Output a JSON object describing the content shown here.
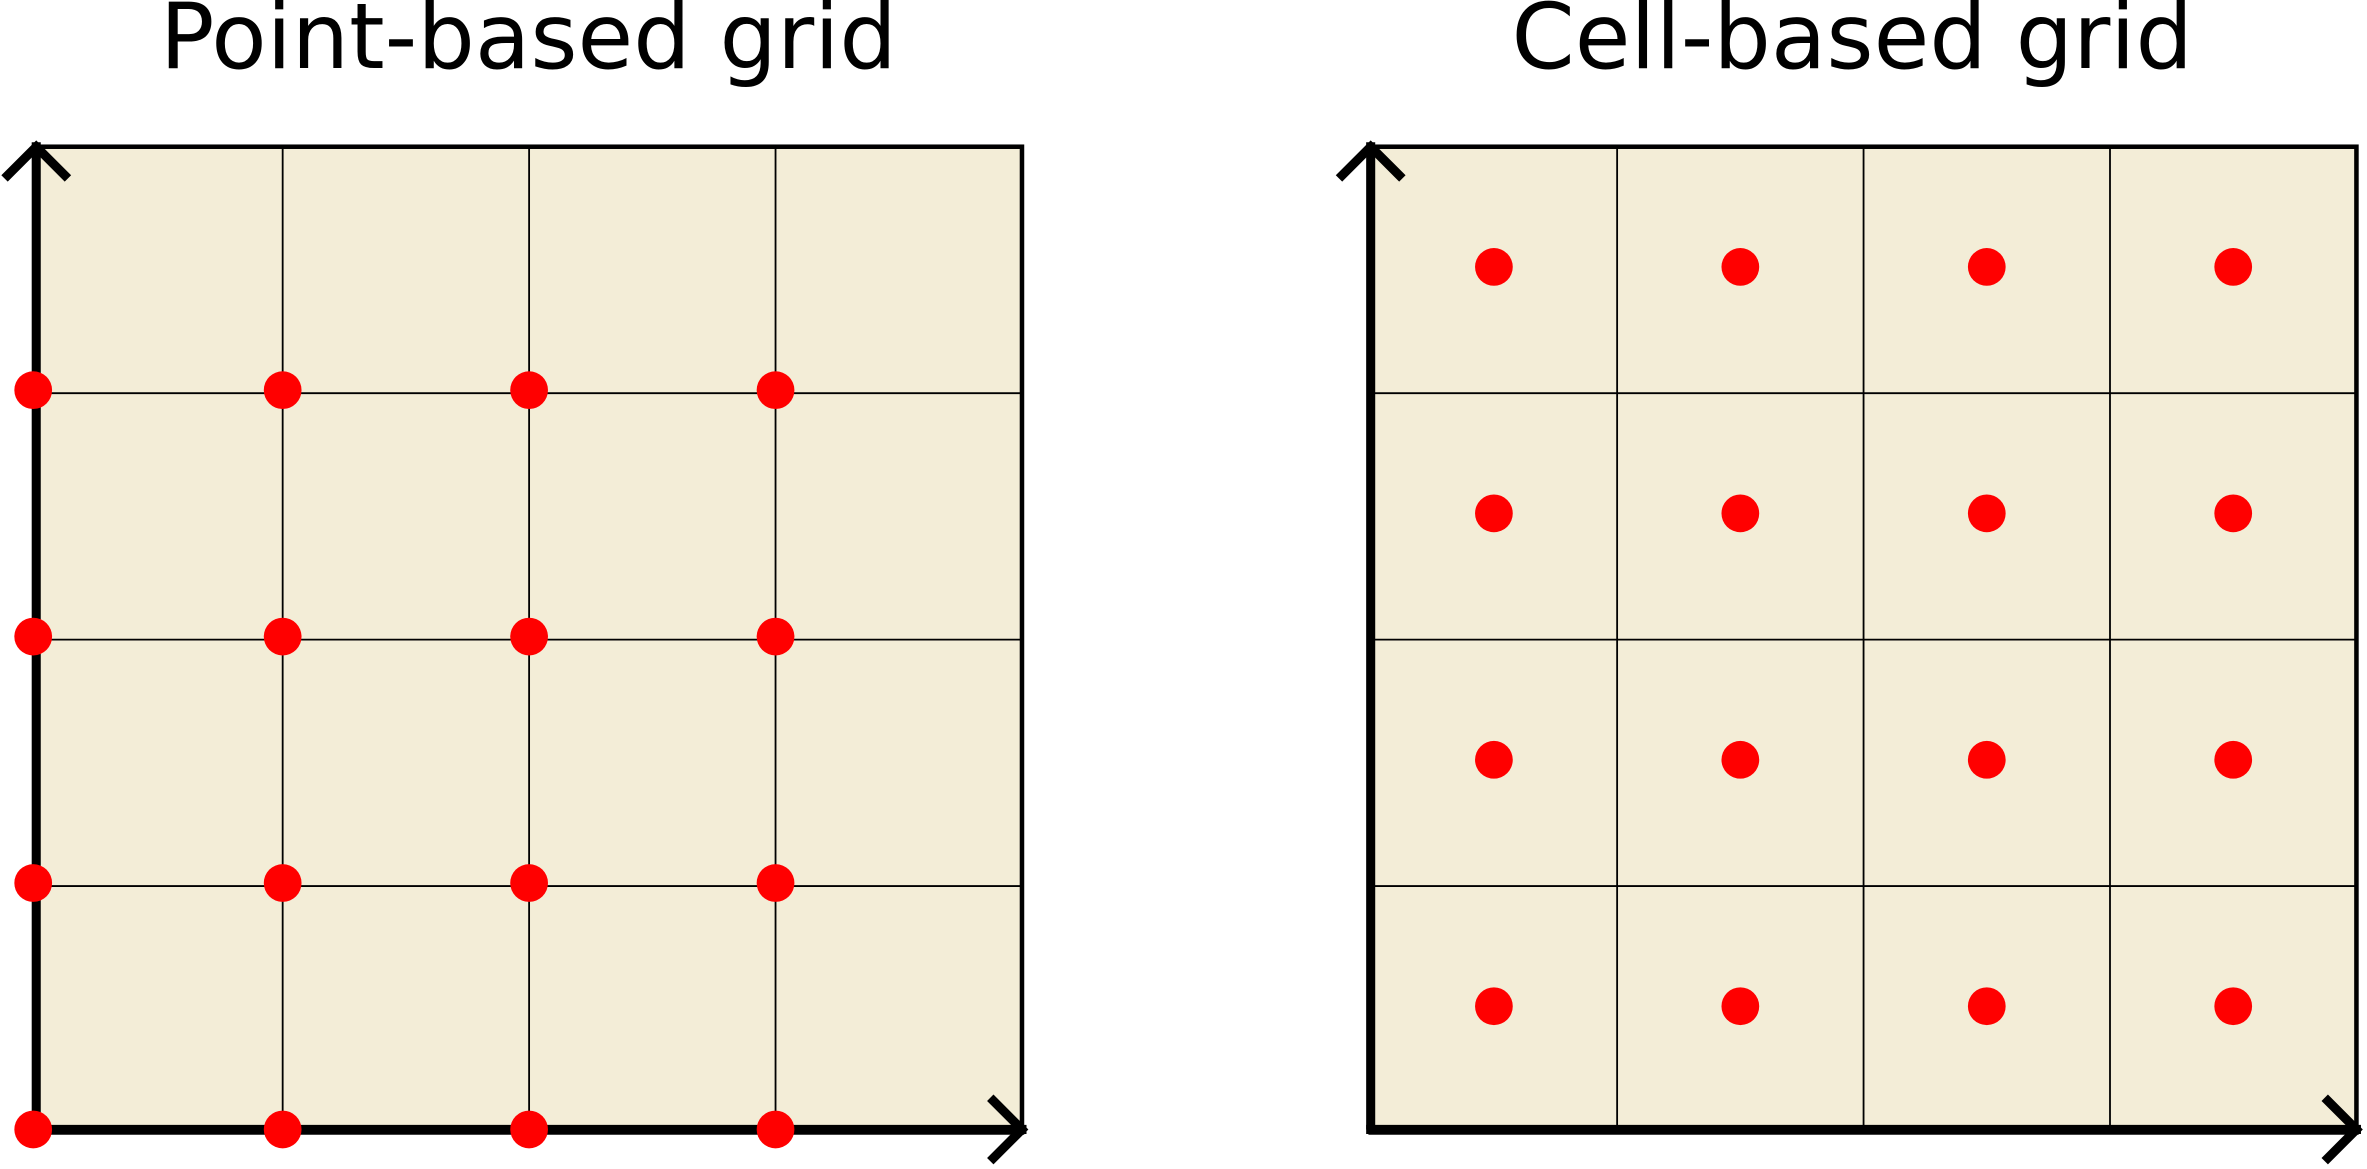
{
  "panels": [
    {
      "id": "point",
      "title": "Point-based grid",
      "mode": "point",
      "divisions": 4
    },
    {
      "id": "cell",
      "title": "Cell-based grid",
      "mode": "cell",
      "divisions": 4
    }
  ],
  "colors": {
    "background_fill": "#F3EDD7",
    "dot": "#FF0000",
    "line": "#000000"
  }
}
